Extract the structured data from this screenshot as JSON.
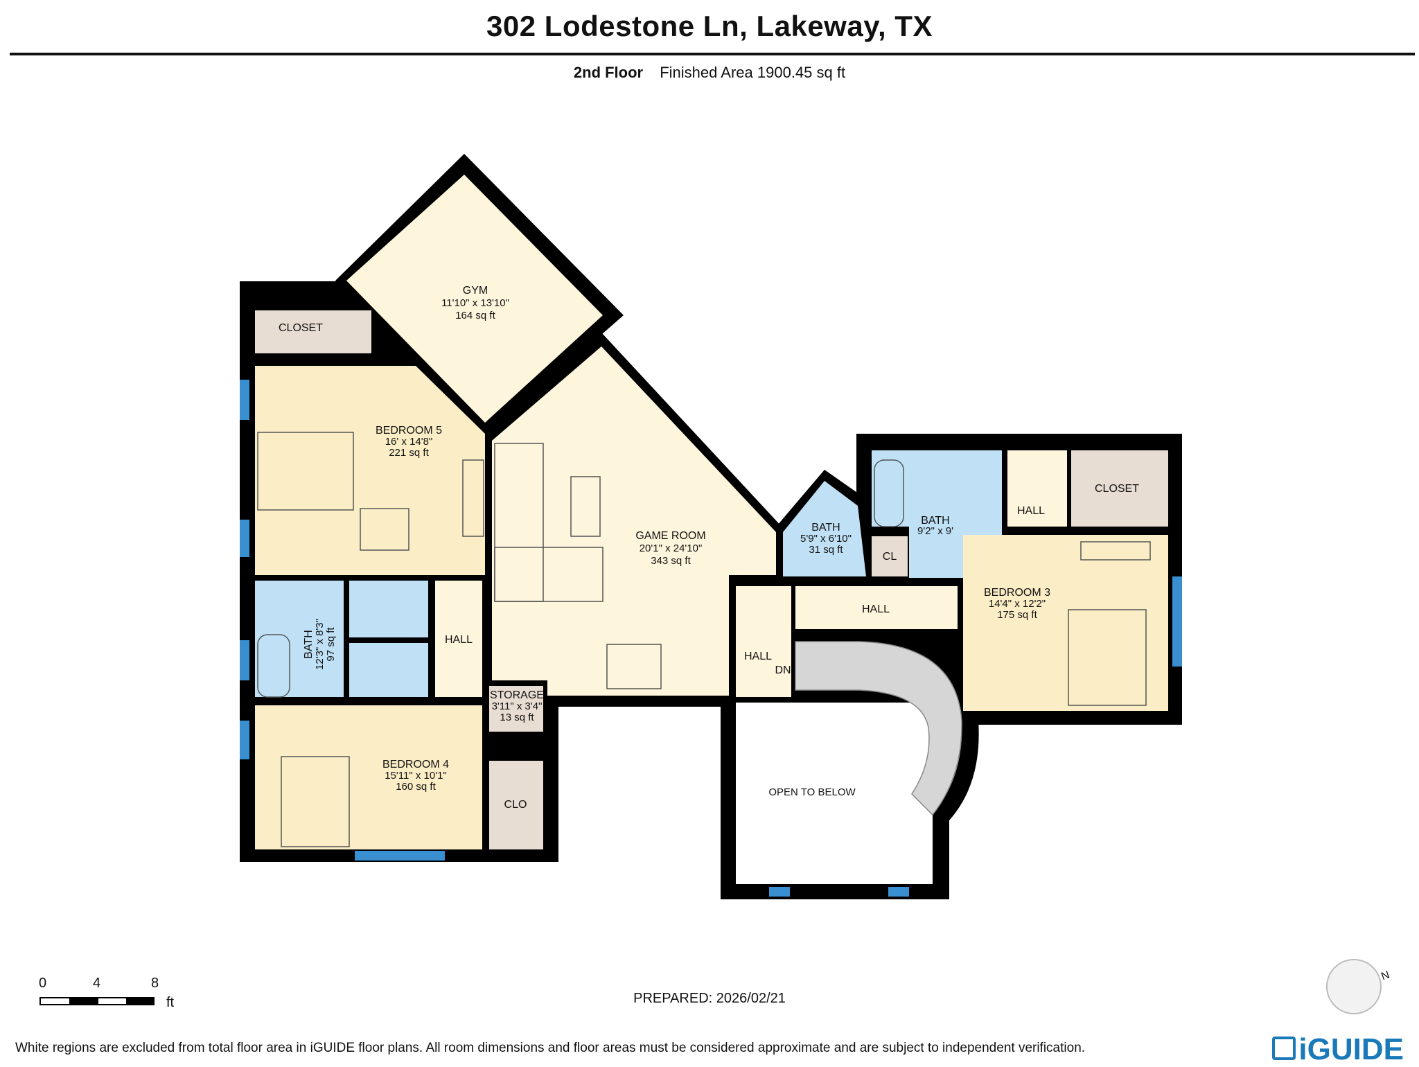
{
  "header": {
    "title": "302 Lodestone Ln, Lakeway, TX",
    "floor": "2nd Floor",
    "finished_area": "Finished Area 1900.45 sq ft"
  },
  "rooms": {
    "gym": {
      "name": "GYM",
      "dims": "11'10\" x 13'10\"",
      "area": "164 sq ft"
    },
    "closet_left": {
      "name": "CLOSET"
    },
    "bedroom5": {
      "name": "BEDROOM 5",
      "dims": "16' x 14'8\"",
      "area": "221 sq ft"
    },
    "game_room": {
      "name": "GAME ROOM",
      "dims": "20'1\" x 24'10\"",
      "area": "343 sq ft"
    },
    "bath_small": {
      "name": "BATH",
      "dims": "5'9\" x 6'10\"",
      "area": "31 sq ft"
    },
    "bath_mid": {
      "name": "BATH",
      "dims": "9'2\" x 9'"
    },
    "cl": {
      "name": "CL"
    },
    "hall_top_right": {
      "name": "HALL"
    },
    "closet_right": {
      "name": "CLOSET"
    },
    "bedroom3": {
      "name": "BEDROOM 3",
      "dims": "14'4\" x 12'2\"",
      "area": "175 sq ft"
    },
    "hall_center": {
      "name": "HALL"
    },
    "hall_stair": {
      "name": "HALL"
    },
    "stairs_dn": {
      "name": "DN"
    },
    "bath_left": {
      "name": "BATH",
      "dims": "12'3\" x 8'3\"",
      "area": "97 sq ft"
    },
    "hall_left": {
      "name": "HALL"
    },
    "storage": {
      "name": "STORAGE",
      "dims": "3'11\" x 3'4\"",
      "area": "13 sq ft"
    },
    "bedroom4": {
      "name": "BEDROOM 4",
      "dims": "15'11\" x 10'1\"",
      "area": "160 sq ft"
    },
    "clo": {
      "name": "CLO"
    },
    "open_to_below": {
      "name": "OPEN TO BELOW"
    }
  },
  "scale": {
    "t0": "0",
    "t4": "4",
    "t8": "8",
    "unit": "ft"
  },
  "footer": {
    "prepared": "PREPARED: 2026/02/21",
    "disclaimer": "White regions are excluded from total floor area in iGUIDE floor plans. All room dimensions and floor areas must be considered approximate and are subject to independent verification.",
    "brand": "iGUIDE",
    "north": "N"
  },
  "colors": {
    "wall": "#000000",
    "room": "#fdf5dc",
    "bedroom": "#fbeec6",
    "bath": "#bfe0f5",
    "closet": "#e8ddd2",
    "window": "#3a8fd1",
    "stair": "#d6d6d6",
    "compass_red": "#e0202a"
  }
}
